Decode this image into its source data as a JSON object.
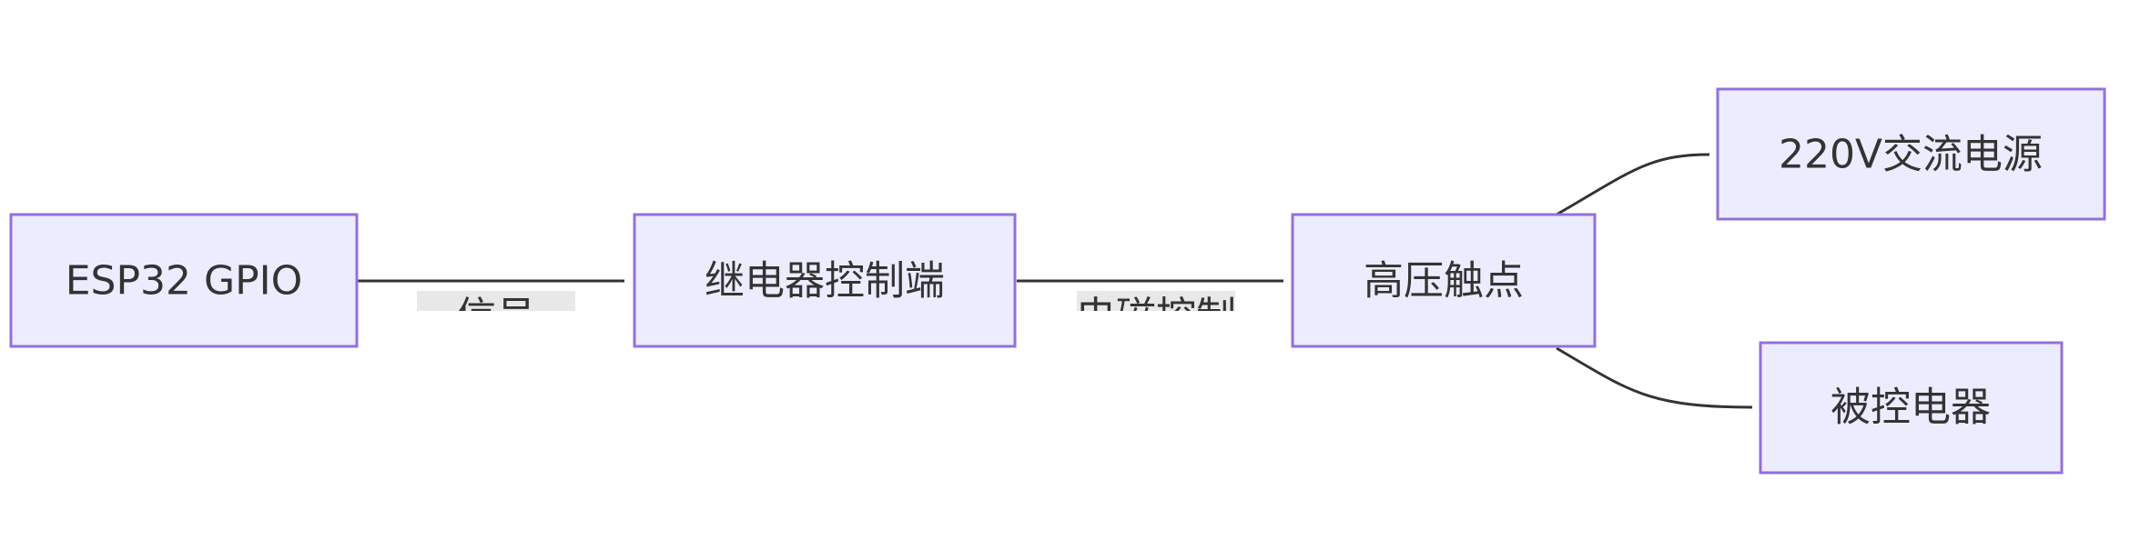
{
  "diagram": {
    "type": "flowchart",
    "direction": "LR",
    "colors": {
      "node_fill": "#ECECFF",
      "node_stroke": "#9370DB",
      "edge": "#333333",
      "edge_label_bg": "#e8e8e8",
      "text": "#333333"
    },
    "nodes": {
      "esp32": {
        "label": "ESP32 GPIO"
      },
      "relay_ctrl": {
        "label": "继电器控制端"
      },
      "hv_contact": {
        "label": "高压触点"
      },
      "ac_power": {
        "label": "220V交流电源"
      },
      "load": {
        "label": "被控电器"
      }
    },
    "edges": [
      {
        "from": "esp32",
        "to": "relay_ctrl",
        "label": "信号"
      },
      {
        "from": "relay_ctrl",
        "to": "hv_contact",
        "label": "电磁控制"
      },
      {
        "from": "hv_contact",
        "to": "ac_power",
        "label": ""
      },
      {
        "from": "hv_contact",
        "to": "load",
        "label": ""
      }
    ]
  }
}
